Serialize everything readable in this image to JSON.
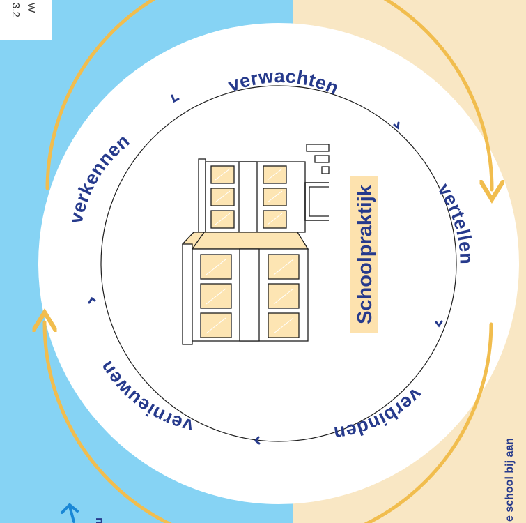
{
  "colors": {
    "left_background": "#86d3f4",
    "right_background": "#f9e7c4",
    "ring": "#ffffff",
    "arrow": "#f1bd4e",
    "text": "#263a8c",
    "building_fill": "#fde5b3",
    "building_stroke": "#1e1e1e",
    "label_highlight": "#fde2ae"
  },
  "diagram": {
    "center_label": "Schoolpraktijk",
    "cycle_steps": [
      {
        "id": "verwachten",
        "label": "verwachten"
      },
      {
        "id": "vertellen",
        "label": "vertellen"
      },
      {
        "id": "verbinden",
        "label": "verbinden"
      },
      {
        "id": "vernieuwen",
        "label": "vernieuwen"
      },
      {
        "id": "verkennen",
        "label": "verkennen"
      }
    ],
    "small_arrow_icon": "chevron-icon",
    "arrow_icon": "curved-arrow-icon"
  },
  "corner": {
    "line1": "3.2",
    "line2": "W"
  },
  "right_edge_text": "e school bij aan",
  "bottom_left_text": "n",
  "bottom_left_icon": "up-arrow-icon"
}
